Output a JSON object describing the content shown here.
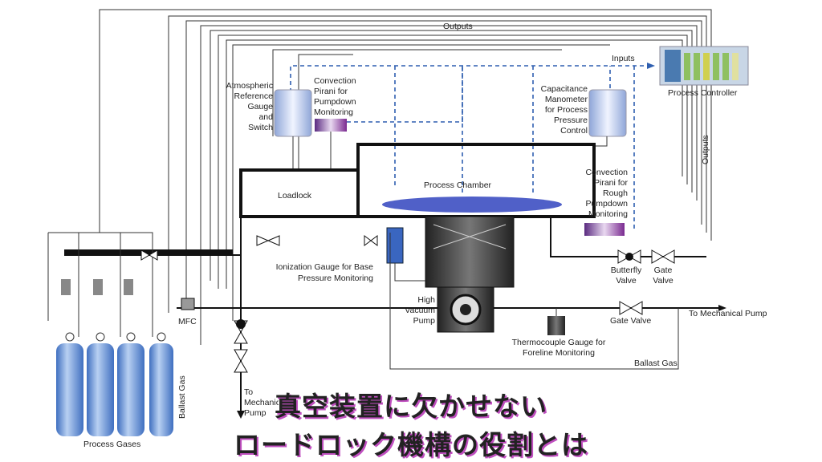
{
  "labels": {
    "outputs_top": "Outputs",
    "inputs": "Inputs",
    "process_controller": "Process Controller",
    "outputs_right": "Outputs",
    "atm_gauge": [
      "Atmospheric",
      "Reference",
      "Gauge",
      "and",
      "Switch"
    ],
    "pirani_pumpdown": [
      "Convection",
      "Pirani for",
      "Pumpdown",
      "Monitoring"
    ],
    "cap_manometer": [
      "Capacitance",
      "Manometer",
      "for Process",
      "Pressure",
      "Control"
    ],
    "loadlock": "Loadlock",
    "process_chamber": "Process Chamber",
    "pirani_rough": [
      "Convection",
      "Pirani for",
      "Rough",
      "Pumpdown",
      "Monitoring"
    ],
    "ion_gauge": [
      "Ionization Gauge for Base",
      "Pressure Monitoring"
    ],
    "hv_pump": [
      "High",
      "Vacuum",
      "Pump"
    ],
    "butterfly_valve": [
      "Butterfly",
      "Valve"
    ],
    "gate_valve_1": [
      "Gate",
      "Valve"
    ],
    "gate_valve_2": "Gate Valve",
    "to_mech_pump_right": "To Mechanical Pump",
    "thermocouple": [
      "Thermocouple Gauge for",
      "Foreline Monitoring"
    ],
    "ballast_gas_right": "Ballast Gas",
    "mfc": "MFC",
    "ballast_gas_vertical": "Ballast Gas",
    "process_gases": "Process Gases",
    "to_mech_pump_bottom": [
      "To",
      "Mechanical",
      "Pump"
    ]
  },
  "title": {
    "line1": "真空装置に欠かせない",
    "line2": "ロードロック機構の役割とは"
  },
  "colors": {
    "signal_dashed": "#2f5fb0",
    "cylinder": "#5b8fd6",
    "title_shadow": "#c04fc0"
  }
}
